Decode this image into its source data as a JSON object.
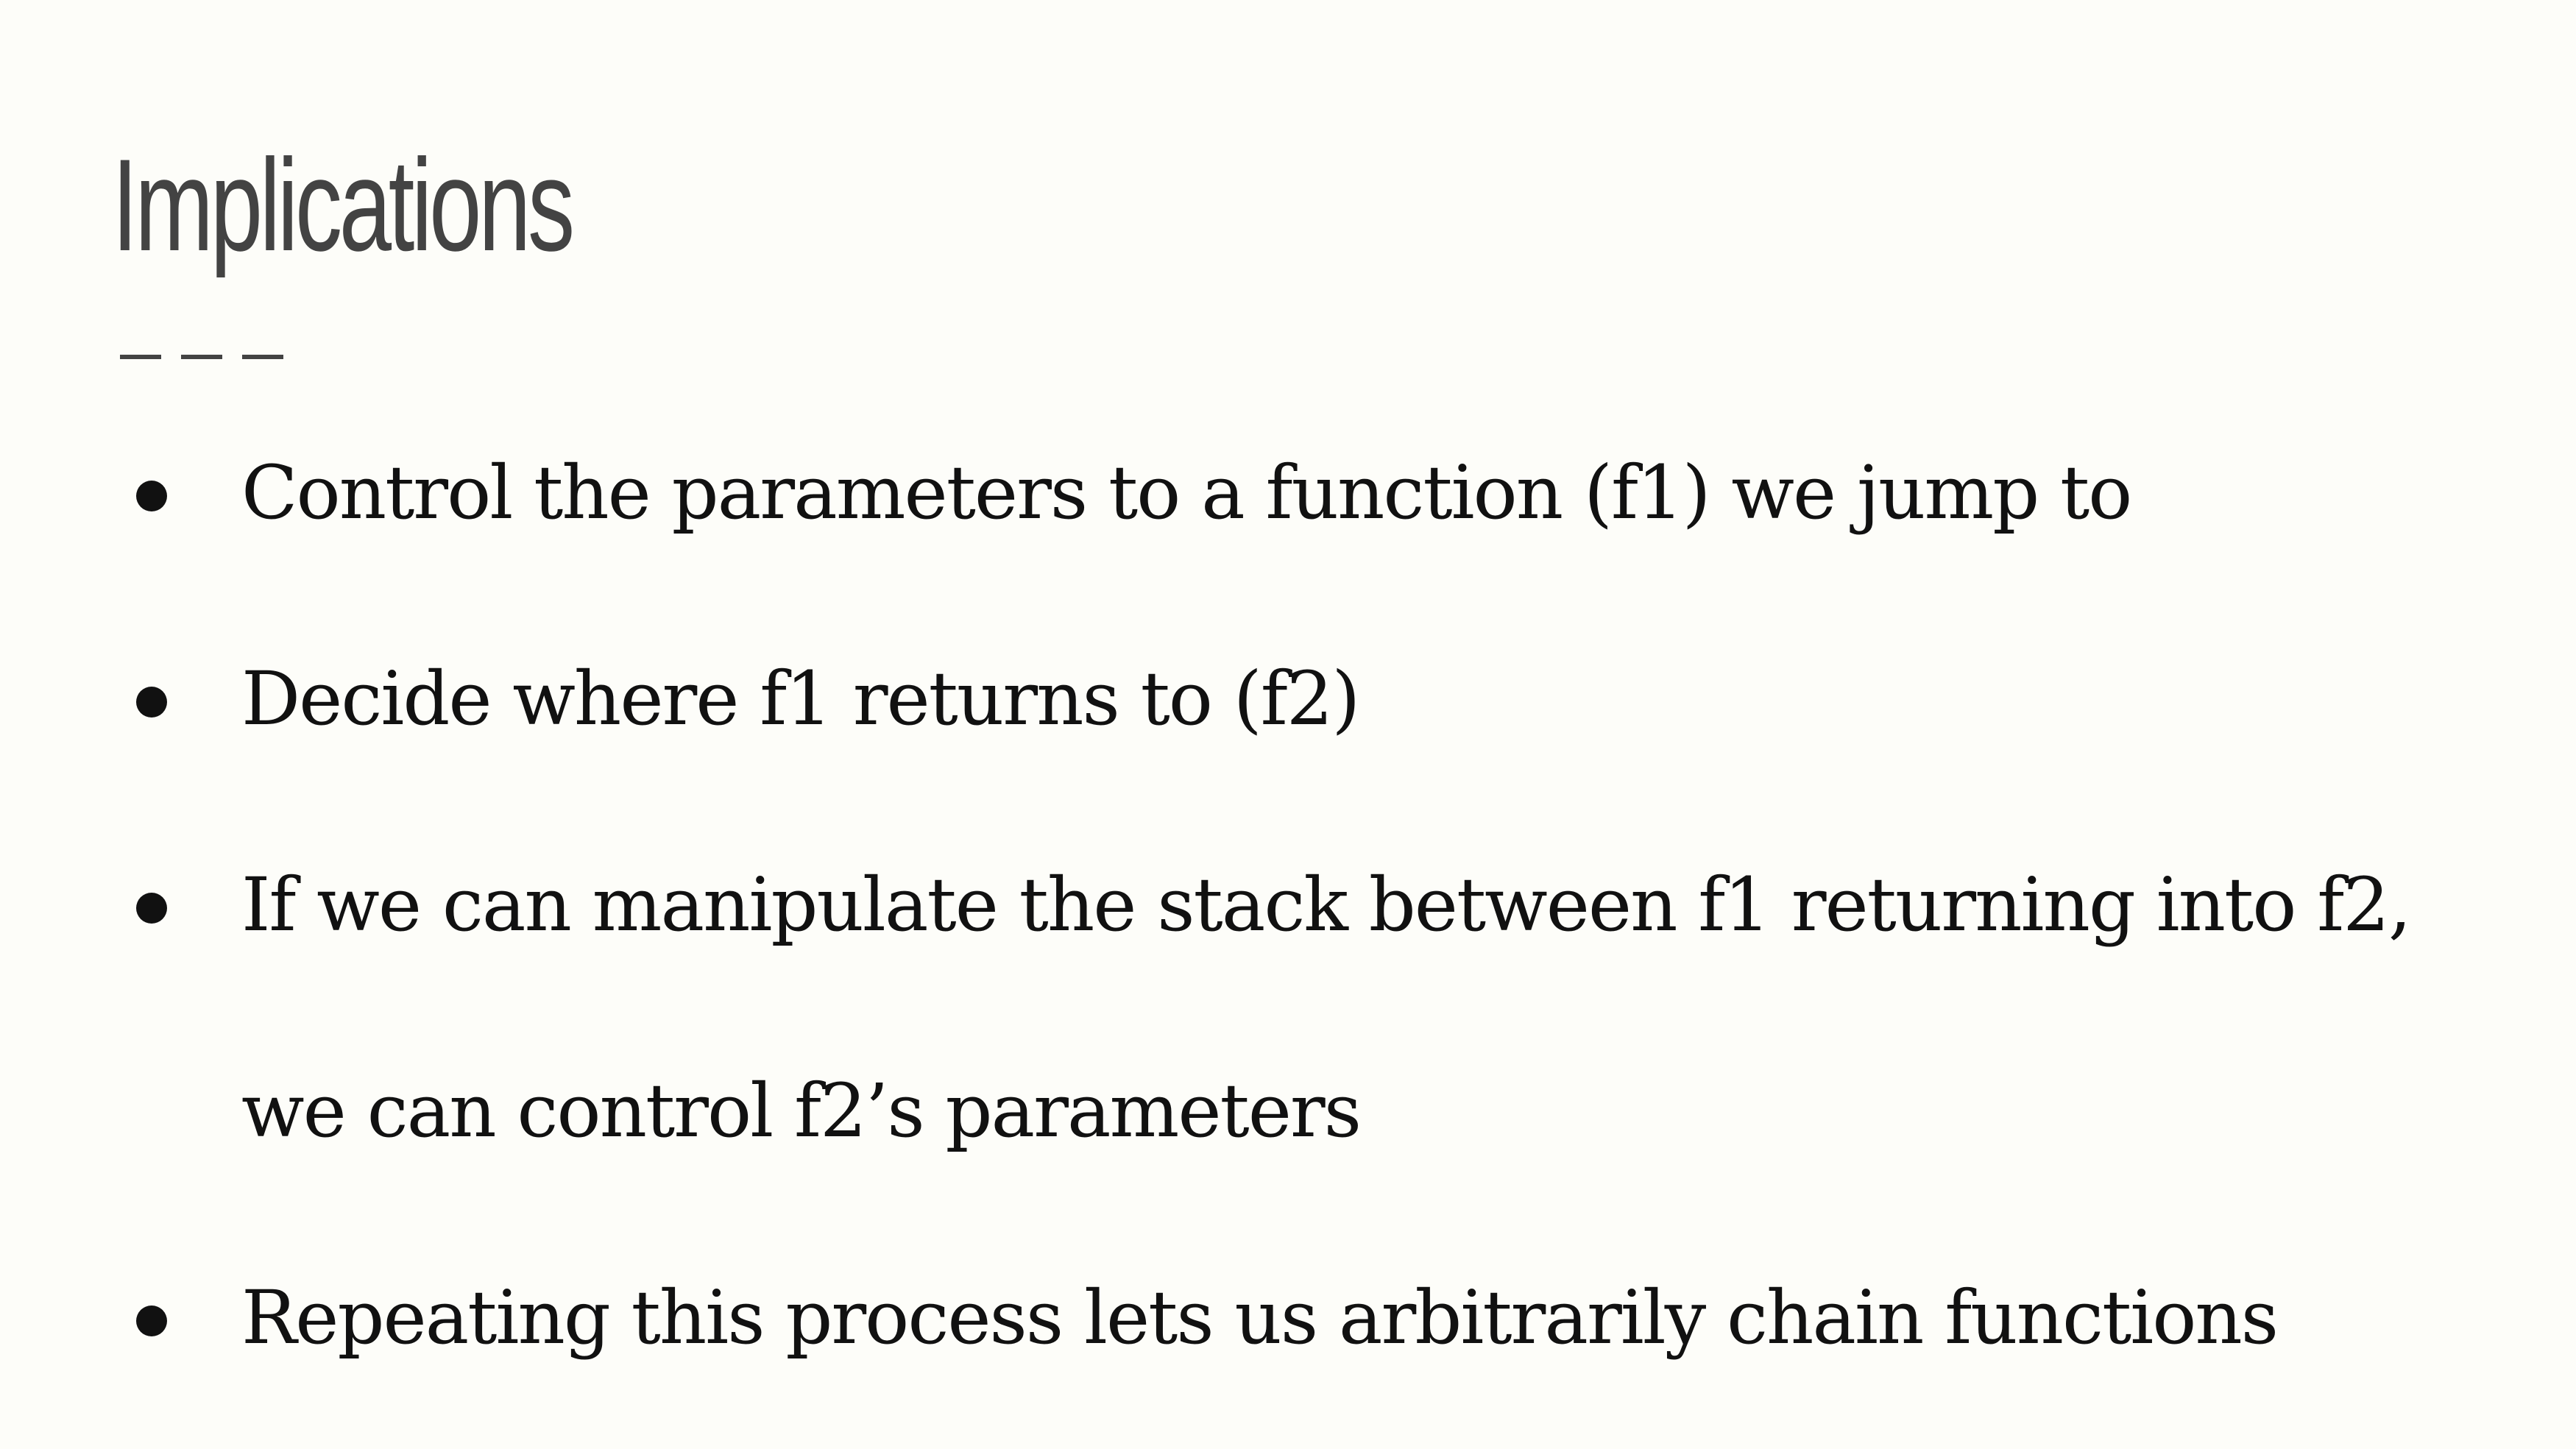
{
  "slide": {
    "title": "Implications",
    "bullets": [
      "Control the parameters to a function (f1) we jump to",
      "Decide where f1 returns to (f2)",
      "If we can manipulate the stack between f1 returning into f2, we can control f2’s parameters",
      "Repeating this process lets us arbitrarily chain functions"
    ]
  },
  "colors": {
    "background": "#fdfdf9",
    "title": "#434343",
    "text": "#111111"
  }
}
